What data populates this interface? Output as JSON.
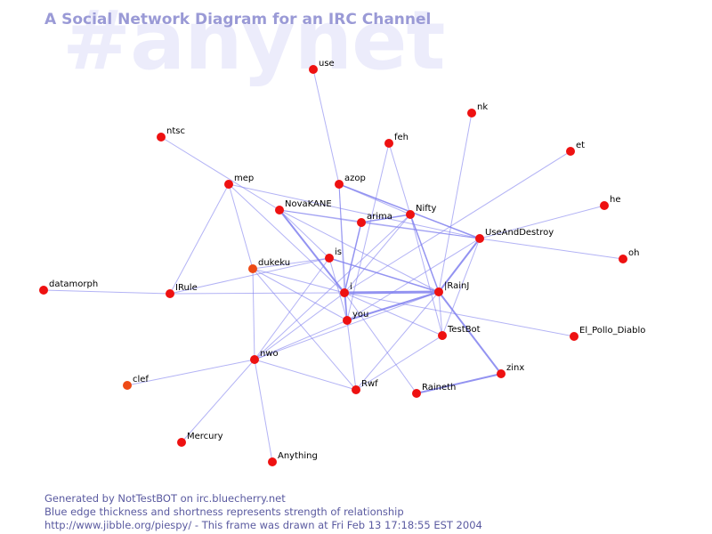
{
  "watermark": "#anynet",
  "title": "A Social Network Diagram for an IRC Channel",
  "footer": {
    "line1": "Generated by NotTestBOT on irc.bluecherry.net",
    "line2": "Blue edge thickness and shortness represents strength of relationship",
    "line3": "http://www.jibble.org/piespy/ - This frame was drawn at Fri Feb 13 17:18:55 EST 2004"
  },
  "colors": {
    "node": "#ee1111",
    "node_alt": "#ee4a16",
    "edge": "#8080ee",
    "watermark": "#ececfb",
    "title": "#9a9ad6",
    "footer": "#5a5aa0"
  },
  "nodes": [
    {
      "id": "use",
      "label": "use"
    },
    {
      "id": "nk",
      "label": "nk"
    },
    {
      "id": "feh",
      "label": "feh"
    },
    {
      "id": "ntsc",
      "label": "ntsc"
    },
    {
      "id": "et",
      "label": "et"
    },
    {
      "id": "mep",
      "label": "mep"
    },
    {
      "id": "azop",
      "label": "azop"
    },
    {
      "id": "he",
      "label": "he"
    },
    {
      "id": "NovaKANE",
      "label": "NovaKANE"
    },
    {
      "id": "arima",
      "label": "arima"
    },
    {
      "id": "Nifty",
      "label": "Nifty"
    },
    {
      "id": "UseAndDestroy",
      "label": "UseAndDestroy"
    },
    {
      "id": "oh",
      "label": "oh"
    },
    {
      "id": "is",
      "label": "is"
    },
    {
      "id": "dukeku",
      "label": "dukeku",
      "alt": true
    },
    {
      "id": "datamorph",
      "label": "datamorph"
    },
    {
      "id": "IRule",
      "label": "IRule"
    },
    {
      "id": "i",
      "label": "i"
    },
    {
      "id": "IRainI",
      "label": "|RainJ"
    },
    {
      "id": "you",
      "label": "you"
    },
    {
      "id": "TestBot",
      "label": "TestBot"
    },
    {
      "id": "El_Pollo_Diablo",
      "label": "El_Pollo_Diablo"
    },
    {
      "id": "nwo",
      "label": "nwo"
    },
    {
      "id": "zinx",
      "label": "zinx"
    },
    {
      "id": "clef",
      "label": "clef",
      "alt": true
    },
    {
      "id": "Rwf",
      "label": "Rwf"
    },
    {
      "id": "Raineth",
      "label": "Raineth"
    },
    {
      "id": "Mercury",
      "label": "Mercury"
    },
    {
      "id": "Anything",
      "label": "Anything"
    }
  ],
  "edges": [
    {
      "a": "use",
      "b": "azop",
      "w": 1
    },
    {
      "a": "ntsc",
      "b": "NovaKANE",
      "w": 1
    },
    {
      "a": "mep",
      "b": "UseAndDestroy",
      "w": 1
    },
    {
      "a": "mep",
      "b": "dukeku",
      "w": 1
    },
    {
      "a": "mep",
      "b": "i",
      "w": 1
    },
    {
      "a": "feh",
      "b": "Nifty",
      "w": 1
    },
    {
      "a": "feh",
      "b": "you",
      "w": 1
    },
    {
      "a": "nk",
      "b": "IRainI",
      "w": 1
    },
    {
      "a": "et",
      "b": "i",
      "w": 1
    },
    {
      "a": "he",
      "b": "UseAndDestroy",
      "w": 1
    },
    {
      "a": "oh",
      "b": "UseAndDestroy",
      "w": 1
    },
    {
      "a": "azop",
      "b": "Nifty",
      "w": 1
    },
    {
      "a": "azop",
      "b": "UseAndDestroy",
      "w": 1.5
    },
    {
      "a": "azop",
      "b": "i",
      "w": 1
    },
    {
      "a": "azop",
      "b": "you",
      "w": 1
    },
    {
      "a": "NovaKANE",
      "b": "arima",
      "w": 1
    },
    {
      "a": "NovaKANE",
      "b": "is",
      "w": 1
    },
    {
      "a": "NovaKANE",
      "b": "i",
      "w": 2
    },
    {
      "a": "NovaKANE",
      "b": "IRainI",
      "w": 1
    },
    {
      "a": "NovaKANE",
      "b": "UseAndDestroy",
      "w": 1
    },
    {
      "a": "arima",
      "b": "Nifty",
      "w": 1.5
    },
    {
      "a": "arima",
      "b": "i",
      "w": 1.5
    },
    {
      "a": "arima",
      "b": "UseAndDestroy",
      "w": 1
    },
    {
      "a": "Nifty",
      "b": "IRainI",
      "w": 1.5
    },
    {
      "a": "Nifty",
      "b": "TestBot",
      "w": 1
    },
    {
      "a": "Nifty",
      "b": "i",
      "w": 1
    },
    {
      "a": "Nifty",
      "b": "nwo",
      "w": 1
    },
    {
      "a": "UseAndDestroy",
      "b": "IRainI",
      "w": 2
    },
    {
      "a": "UseAndDestroy",
      "b": "TestBot",
      "w": 1
    },
    {
      "a": "UseAndDestroy",
      "b": "you",
      "w": 1
    },
    {
      "a": "is",
      "b": "dukeku",
      "w": 1
    },
    {
      "a": "is",
      "b": "IRainI",
      "w": 1.5
    },
    {
      "a": "is",
      "b": "you",
      "w": 1
    },
    {
      "a": "is",
      "b": "nwo",
      "w": 1
    },
    {
      "a": "dukeku",
      "b": "i",
      "w": 1
    },
    {
      "a": "dukeku",
      "b": "nwo",
      "w": 1
    },
    {
      "a": "dukeku",
      "b": "you",
      "w": 1
    },
    {
      "a": "dukeku",
      "b": "Rwf",
      "w": 1
    },
    {
      "a": "datamorph",
      "b": "IRule",
      "w": 1
    },
    {
      "a": "IRule",
      "b": "i",
      "w": 1
    },
    {
      "a": "IRule",
      "b": "mep",
      "w": 1
    },
    {
      "a": "IRule",
      "b": "is",
      "w": 1
    },
    {
      "a": "i",
      "b": "IRainI",
      "w": 3
    },
    {
      "a": "i",
      "b": "you",
      "w": 1.5
    },
    {
      "a": "i",
      "b": "TestBot",
      "w": 1
    },
    {
      "a": "i",
      "b": "Raineth",
      "w": 1
    },
    {
      "a": "i",
      "b": "nwo",
      "w": 1
    },
    {
      "a": "i",
      "b": "El_Pollo_Diablo",
      "w": 1
    },
    {
      "a": "IRainI",
      "b": "you",
      "w": 2
    },
    {
      "a": "IRainI",
      "b": "zinx",
      "w": 2
    },
    {
      "a": "IRainI",
      "b": "TestBot",
      "w": 1
    },
    {
      "a": "IRainI",
      "b": "Rwf",
      "w": 1
    },
    {
      "a": "IRainI",
      "b": "nwo",
      "w": 1
    },
    {
      "a": "you",
      "b": "nwo",
      "w": 1
    },
    {
      "a": "you",
      "b": "Rwf",
      "w": 1
    },
    {
      "a": "TestBot",
      "b": "Rwf",
      "w": 1
    },
    {
      "a": "Raineth",
      "b": "zinx",
      "w": 2
    },
    {
      "a": "nwo",
      "b": "clef",
      "w": 1
    },
    {
      "a": "nwo",
      "b": "Rwf",
      "w": 1
    },
    {
      "a": "nwo",
      "b": "Mercury",
      "w": 1
    },
    {
      "a": "nwo",
      "b": "Anything",
      "w": 1
    }
  ]
}
